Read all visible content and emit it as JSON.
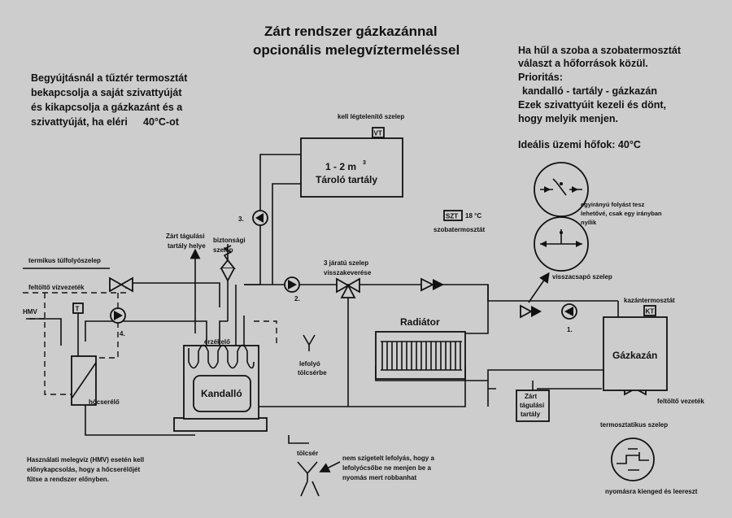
{
  "title": {
    "line1": "Zárt rendszer gázkazánnal",
    "line2": "opcionális melegvíztermeléssel"
  },
  "left_note": {
    "line1": "Begyújtásnál a tűztér termosztát",
    "line2": "bekapcsolja a saját szivattyúját",
    "line3": "és kikapcsolja a gázkazánt és a",
    "line4": "szivattyúját, ha eléri",
    "temp": "40°C-ot"
  },
  "right_note": {
    "line1": "Ha hűl a szoba a szobatermosztát",
    "line2": "választ a hőforrások közül.",
    "line3": "Prioritás:",
    "line4": "kandalló - tartály - gázkazán",
    "line5": "Ezek szivattyúit kezeli és dönt,",
    "line6": "hogy melyik menjen.",
    "ideal": "Ideális üzemi hőfok: 40°C"
  },
  "bottom_left_note": {
    "line1": "Használati melegvíz (HMV) esetén kell",
    "line2": "előnykapcsolás, hogy a hőcserélőjét",
    "line3": "fűtse a rendszer előnyben."
  },
  "bottom_mid_note": {
    "line1": "nem szigetelt lefolyás, hogy a",
    "line2": "lefolyócsőbe ne menjen be a",
    "line3": "nyomás mert robbanhat"
  },
  "labels": {
    "vent_valve": "kell légtelenítő szelep",
    "vent_symbol": "VT",
    "tank_volume": "1 - 2 m",
    "tank_volume_sup": "3",
    "tank_name": "Tároló tartály",
    "pump3": "3.",
    "pump2": "2.",
    "pump4": "4.",
    "pump1": "1.",
    "closed_expansion_place_1": "Zárt tágulási",
    "closed_expansion_place_2": "tartály helye",
    "safety_valve_1": "biztonsági",
    "safety_valve_2": "szelep",
    "thermal_overflow": "termikus túlfolyószelep",
    "fill_pipe_left": "feltöltő vízvezeték",
    "hmv": "HMV",
    "t_symbol": "T",
    "heat_exchanger": "hőcserélő",
    "sensor": "érzékelő",
    "fireplace": "Kandalló",
    "drain_funnel_1": "lefolyó",
    "drain_funnel_2": "tölcsérbe",
    "three_way_1": "3 járatú szelep",
    "three_way_2": "visszakeverése",
    "szt_symbol": "SZT",
    "szt_temp": "18 °C",
    "room_thermostat": "szobatermosztát",
    "radiator": "Radiátor",
    "check_desc_1": "egyirányú folyást tesz",
    "check_desc_2": "lehetővé, csak egy irányban",
    "check_desc_3": "nyílik",
    "check_valve": "visszacsapó szelep",
    "boiler_thermostat": "kazántermosztát",
    "kt_symbol": "KT",
    "gas_boiler": "Gázkazán",
    "closed_expansion_1": "Zárt",
    "closed_expansion_2": "tágulási",
    "closed_expansion_3": "tartály",
    "fill_pipe_right": "feltöltő vezeték",
    "thermostatic_valve": "termosztatikus szelep",
    "funnel": "tölcsér",
    "pressure_release": "nyomásra kienged és leereszt"
  }
}
